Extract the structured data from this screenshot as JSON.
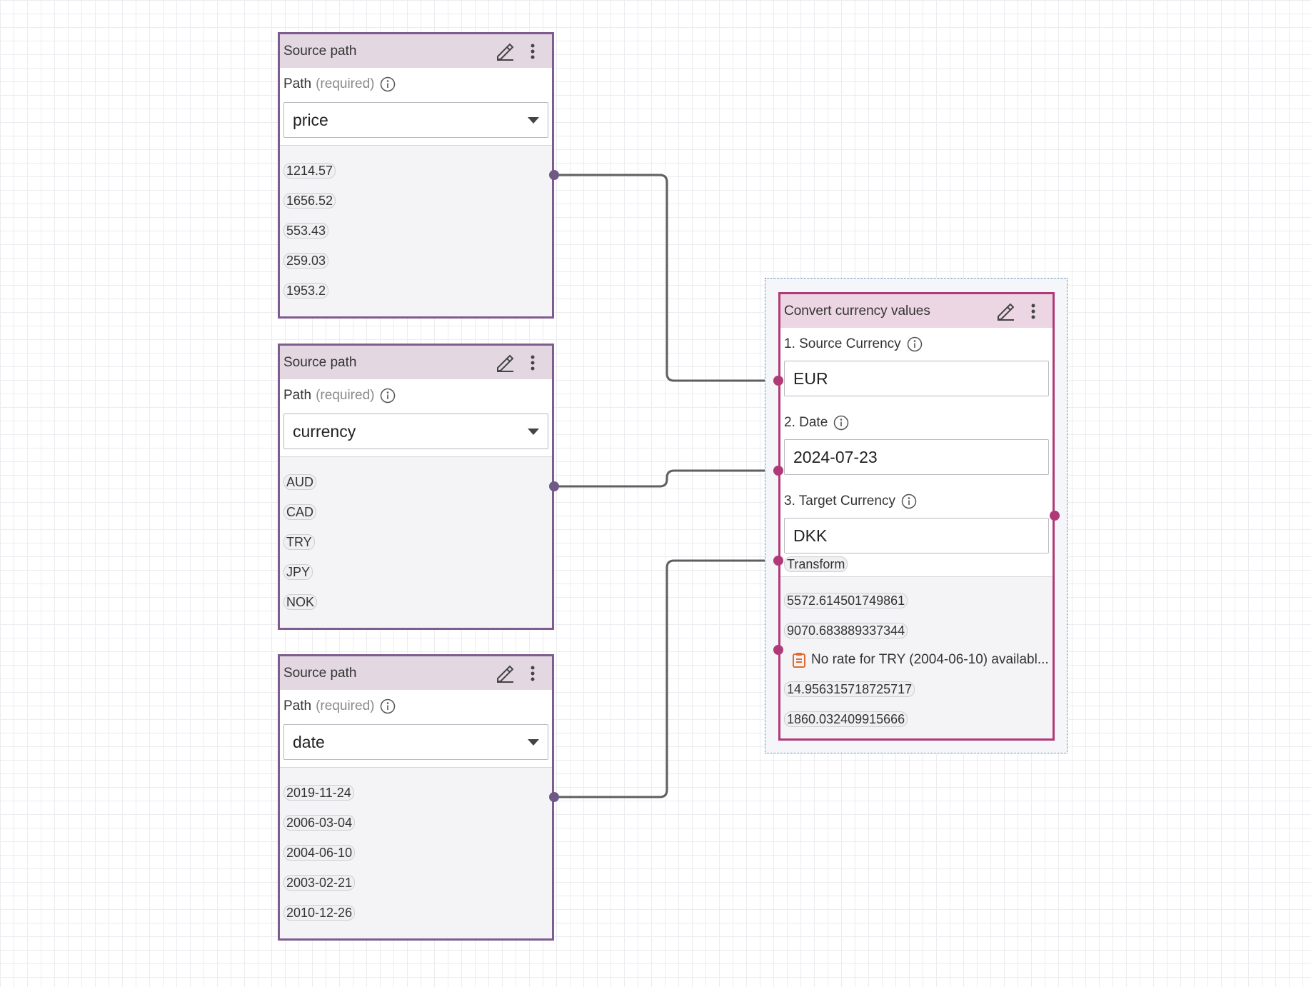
{
  "source_nodes": [
    {
      "title": "Source path",
      "path_label": "Path",
      "required_label": "(required)",
      "selected": "price",
      "values": [
        "1214.57",
        "1656.52",
        "553.43",
        "259.03",
        "1953.2"
      ]
    },
    {
      "title": "Source path",
      "path_label": "Path",
      "required_label": "(required)",
      "selected": "currency",
      "values": [
        "AUD",
        "CAD",
        "TRY",
        "JPY",
        "NOK"
      ]
    },
    {
      "title": "Source path",
      "path_label": "Path",
      "required_label": "(required)",
      "selected": "date",
      "values": [
        "2019-11-24",
        "2006-03-04",
        "2004-06-10",
        "2003-02-21",
        "2010-12-26"
      ]
    }
  ],
  "convert_node": {
    "title": "Convert currency values",
    "fields": [
      {
        "label": "1. Source Currency",
        "value": "EUR"
      },
      {
        "label": "2. Date",
        "value": "2024-07-23"
      },
      {
        "label": "3. Target Currency",
        "value": "DKK"
      }
    ],
    "transform_label": "Transform",
    "results": [
      "5572.614501749861",
      "9070.683889337344"
    ],
    "error_text": "No rate for TRY (2004-06-10) availabl...",
    "results_after": [
      "14.956315718725717",
      "1860.032409915666"
    ]
  },
  "icons": {
    "edit": "pencil-icon",
    "menu": "kebab-menu-icon",
    "info": "info-icon",
    "dropdown": "chevron-down-icon",
    "error": "clipboard-warning-icon"
  },
  "colors": {
    "source_border": "#7e5c8f",
    "convert_border": "#b03a78",
    "source_header": "#e3d8e2",
    "convert_header": "#ecd6e3",
    "wire": "#5f5f5f",
    "error_icon": "#e06a2b"
  }
}
